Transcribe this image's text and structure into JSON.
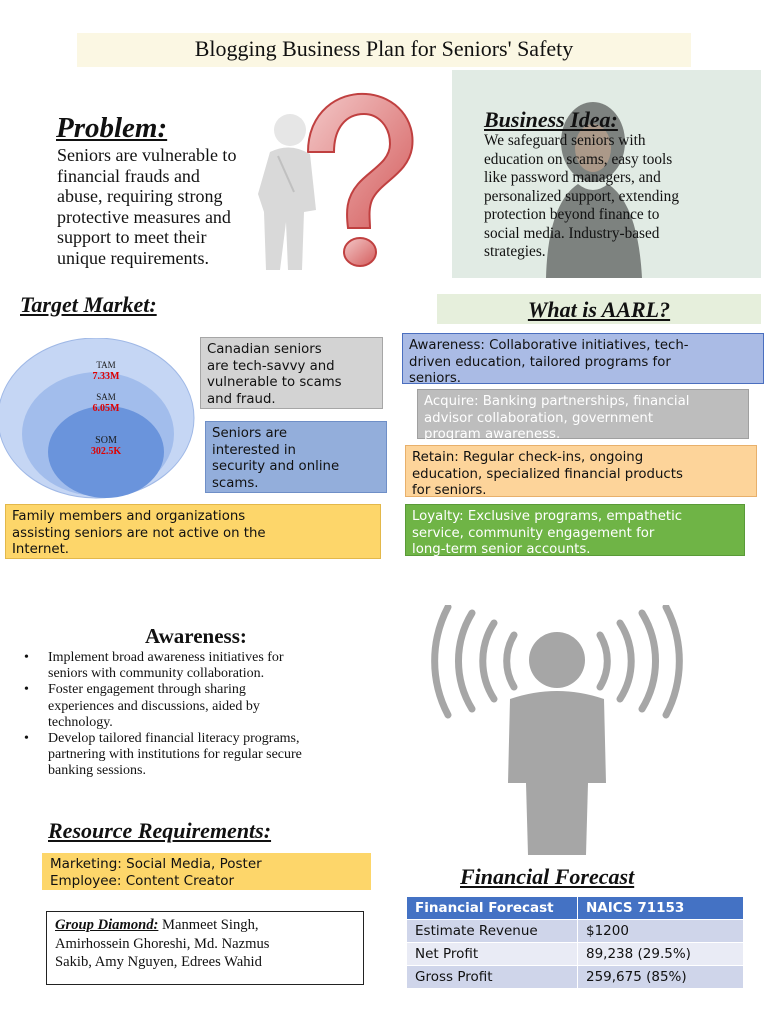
{
  "title": "Blogging Business Plan for Seniors' Safety",
  "problem": {
    "heading": "Problem:",
    "lines": [
      "Seniors are vulnerable to",
      "financial frauds and",
      "abuse, requiring strong",
      "protective measures and",
      "support to meet their",
      "unique requirements."
    ]
  },
  "business_idea": {
    "heading": "Business Idea:",
    "lines": [
      "We safeguard seniors with",
      "education on scams, easy tools",
      "like password managers, and",
      "personalized support, extending",
      "protection beyond finance to",
      "social media. Industry-based",
      "strategies."
    ]
  },
  "target_market": {
    "heading": "Target Market:",
    "tam": {
      "label": "TAM",
      "value": "7.33M"
    },
    "sam": {
      "label": "SAM",
      "value": "6.05M"
    },
    "som": {
      "label": "SOM",
      "value": "302.5K"
    },
    "canadian_lines": [
      "Canadian seniors",
      "are tech-savvy and",
      "vulnerable to scams",
      "and fraud."
    ],
    "interested_lines": [
      "Seniors are",
      "interested in",
      "security and online",
      "scams."
    ],
    "family_lines": [
      "Family members and organizations",
      "assisting seniors are not active on the",
      "Internet."
    ]
  },
  "aarl": {
    "heading": "What is AARL?",
    "awareness_lines": [
      "Awareness: Collaborative initiatives, tech-",
      "driven education, tailored programs for",
      "seniors."
    ],
    "acquire_lines": [
      "Acquire: Banking partnerships, financial",
      "advisor collaboration, government",
      "program awareness."
    ],
    "retain_lines": [
      "Retain: Regular check-ins, ongoing",
      "education, specialized financial products",
      "for seniors."
    ],
    "loyalty_lines": [
      "Loyalty: Exclusive programs, empathetic",
      "service, community engagement for",
      "long-term senior accounts."
    ]
  },
  "awareness": {
    "heading": "Awareness:",
    "bullets": [
      [
        "Implement broad awareness initiatives for",
        "seniors with community collaboration."
      ],
      [
        "Foster engagement through sharing",
        "experiences and discussions, aided by",
        "technology."
      ],
      [
        "Develop tailored financial literacy programs,",
        "partnering with institutions for regular secure",
        "banking sessions."
      ]
    ]
  },
  "resources": {
    "heading": "Resource Requirements:",
    "lines": [
      "Marketing: Social Media, Poster",
      "Employee: Content Creator"
    ]
  },
  "group": {
    "label": "Group Diamond:",
    "line1": "Manmeet Singh,",
    "line2": "Amirhossein Ghoreshi, Md. Nazmus",
    "line3": "Sakib, Amy Nguyen, Edrees Wahid"
  },
  "forecast": {
    "heading": "Financial Forecast",
    "header": [
      "Financial Forecast",
      "NAICS  71153"
    ],
    "rows": [
      [
        "Estimate Revenue",
        "$1200"
      ],
      [
        "Net Profit",
        "89,238 (29.5%)"
      ],
      [
        "Gross Profit",
        "259,675 (85%)"
      ]
    ]
  },
  "colors": {
    "tam_value": "#e00000",
    "table_header": "#4472c4",
    "highlight_yellow": "#fdd66a",
    "loyalty_green": "#6fb446"
  },
  "icons": [
    "question-mark-figure-illustration",
    "hijab-woman-illustration",
    "broadcasting-person-icon"
  ]
}
